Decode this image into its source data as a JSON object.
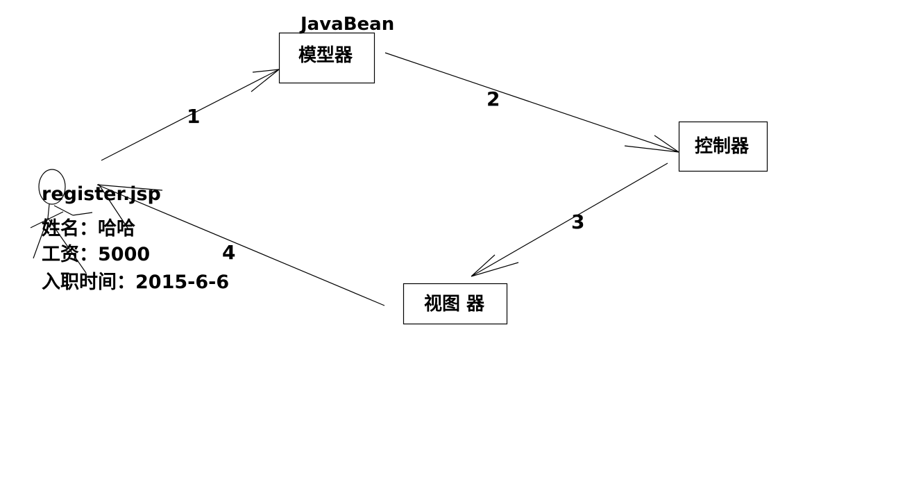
{
  "diagram": {
    "model_caption": "JavaBean",
    "nodes": {
      "model": "模型器",
      "controller": "控制器",
      "view": "视图 器"
    },
    "steps": [
      "1",
      "2",
      "3",
      "4"
    ],
    "page": {
      "file": "register.jsp",
      "lines": [
        "姓名：哈哈",
        "工资：5000",
        "入职时间：2015-6-6"
      ]
    }
  }
}
